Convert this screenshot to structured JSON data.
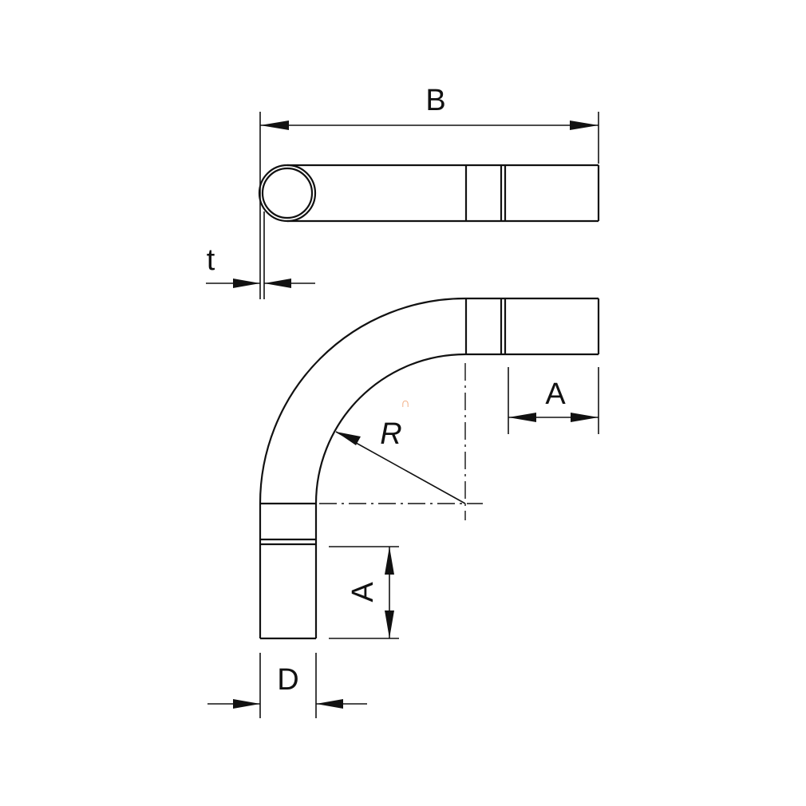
{
  "labels": {
    "length": "B",
    "wall_thickness": "t",
    "radius": "R",
    "socket_length_horizontal": "A",
    "socket_length_vertical": "A",
    "diameter": "D"
  },
  "colors": {
    "line": "#111111",
    "background": "#ffffff",
    "small_mark": "#f0a070"
  },
  "small_mark": "∩"
}
